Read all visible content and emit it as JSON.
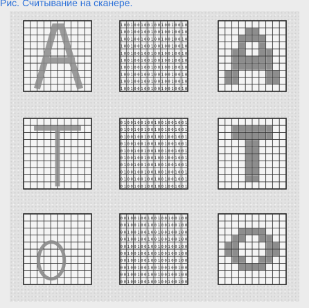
{
  "caption": "Рис. Считывание на сканере.",
  "figure": {
    "rows": [
      {
        "letter": "A",
        "original": "letter-a-handwritten",
        "code": "binary-code-grid",
        "digitized": "letter-a-pixelated"
      },
      {
        "letter": "T",
        "original": "letter-t-handwritten",
        "code": "binary-code-grid",
        "digitized": "letter-t-pixelated"
      },
      {
        "letter": "O",
        "original": "letter-o-handwritten",
        "code": "binary-code-grid",
        "digitized": "letter-o-pixelated"
      }
    ]
  }
}
